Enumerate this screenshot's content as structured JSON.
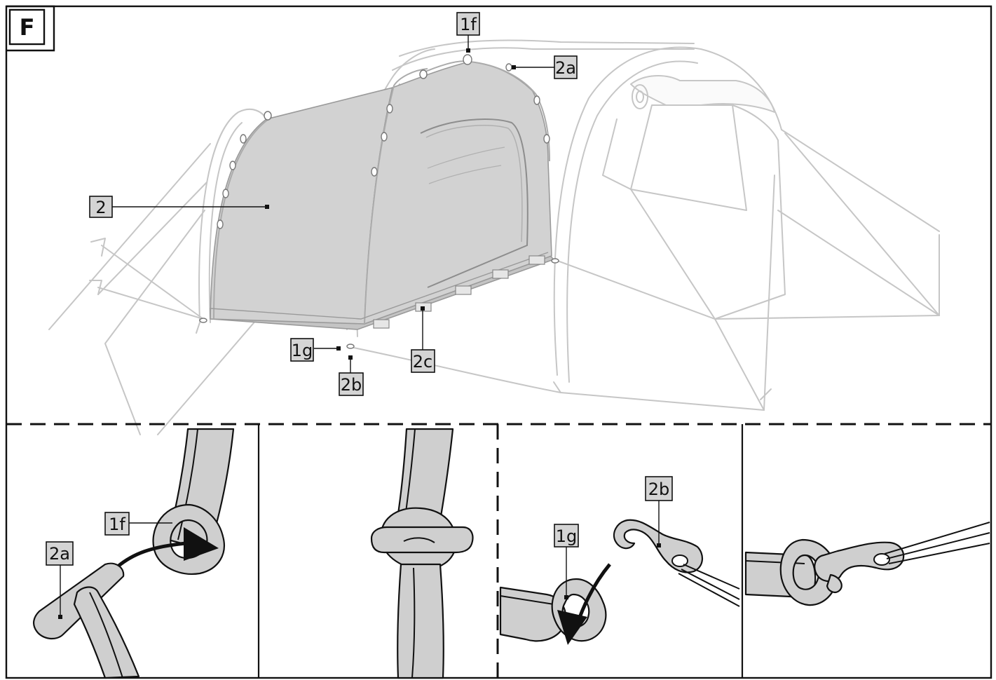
{
  "figure": {
    "panel_letter": "F",
    "overview_labels": {
      "inner_tent": "2",
      "top_hook": "1f",
      "toggle": "2a",
      "ground_hook": "1g",
      "s_hook": "2b",
      "vents": "2c"
    },
    "detail_labels": {
      "panel1_hook": "1f",
      "panel1_toggle": "2a",
      "panel3_hook": "1g",
      "panel3_s_hook": "2b"
    }
  }
}
